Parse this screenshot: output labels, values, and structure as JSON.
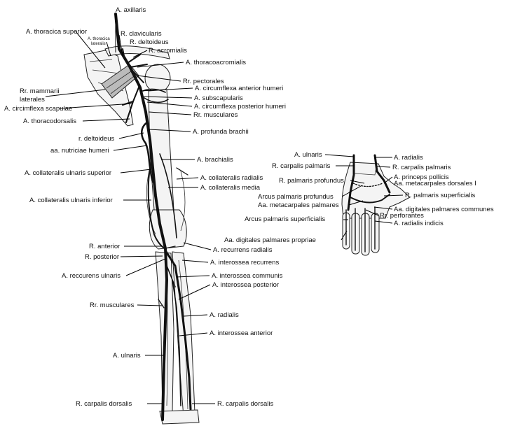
{
  "arm_labels": {
    "axillaris": "A. axillaris",
    "thoracica_superior": "A. thoracica superior",
    "thoracica_lateralis_1": "A. thoracica",
    "thoracica_lateralis_2": "lateralis",
    "clavicularis": "R. clavicularis",
    "deltoideus": "R. deltoideus",
    "acromialis": "R. acromialis",
    "thoracoacromialis": "A. thoracoacromialis",
    "mammarii_1": "Rr. mammarii",
    "mammarii_2": "laterales",
    "pectorales": "Rr. pectorales",
    "circumflexa_anterior": "A. circumflexa anterior humeri",
    "subscapularis": "A. subscapularis",
    "circumflexa_scapulae": "A. circimflexa scapulae",
    "circumflexa_posterior": "A. circumflexa posterior humeri",
    "musculares_upper": "Rr. musculares",
    "thoracodorsalis": "A. thoracodorsalis",
    "profunda_brachii": "A. profunda brachii",
    "r_deltoideus": "r. deltoideus",
    "nutriciae": "aa. nutriciae humeri",
    "brachialis": "A. brachialis",
    "coll_ulnaris_superior": "A. collateralis ulnaris superior",
    "coll_radialis": "A. collateralis radialis",
    "coll_media": "A. collateralis media",
    "coll_ulnaris_inferior": "A. collateralis ulnaris inferior",
    "r_anterior": "R. anterior",
    "recurrens_radialis": "A. recurrens radialis",
    "r_posterior": "R. posterior",
    "interossea_recurrens": "A. interossea recurrens",
    "reccurens_ulnaris": "A. reccurens ulnaris",
    "interossea_communis": "A. interossea communis",
    "interossea_posterior": "A. interossea posterior",
    "musculares_lower": "Rr. musculares",
    "radialis": "A. radialis",
    "interossea_anterior": "A. interossea anterior",
    "ulnaris": "A. ulnaris",
    "carpalis_dorsalis_left": "R. carpalis dorsalis",
    "carpalis_dorsalis_right": "R. carpalis dorsalis"
  },
  "hand_labels": {
    "ulnaris": "A. ulnaris",
    "radialis": "A. radialis",
    "carpalis_palmaris_left": "R. carpalis palmaris",
    "carpalis_palmaris_right": "R. carpalis palmaris",
    "palmaris_profundus": "R. palmaris profundus",
    "princeps_pollicis": "A. princeps pollicis",
    "metacarpales_dorsales": "Aa. metacarpales dorsales I",
    "arcus_profundus": "Arcus palmaris profundus",
    "palmaris_superficialis": "R. palmaris superficialis",
    "metacarpales_palmares": "Aa. metacarpales palmares",
    "digitales_communes": "Aa. digitales palmares communes",
    "perforantes": "Rr. perforantes",
    "arcus_superficialis": "Arcus palmaris superficialis",
    "radialis_indicis": "A. radialis indicis",
    "digitales_propriae": "Aa. digitales palmares propriae"
  }
}
